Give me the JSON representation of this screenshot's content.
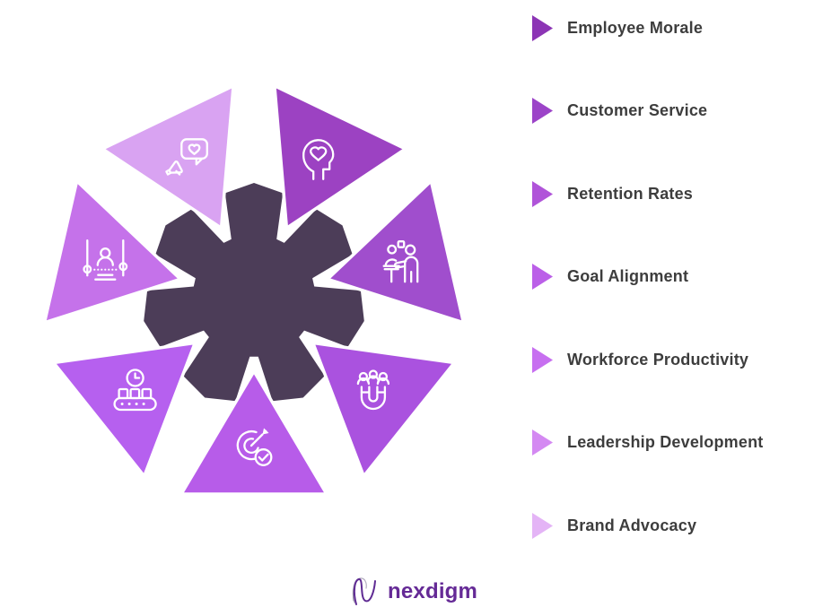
{
  "page": {
    "background": "#ffffff"
  },
  "legend": {
    "items": [
      {
        "label": "Employee Morale",
        "color": "#8c35b5"
      },
      {
        "label": "Customer Service",
        "color": "#9c44c8"
      },
      {
        "label": "Retention Rates",
        "color": "#b054d9"
      },
      {
        "label": "Goal Alignment",
        "color": "#bb5fe8"
      },
      {
        "label": "Workforce Productivity",
        "color": "#c76ff0"
      },
      {
        "label": "Leadership Development",
        "color": "#d489f2"
      },
      {
        "label": "Brand Advocacy",
        "color": "#e4b4f6"
      }
    ]
  },
  "diagram": {
    "center_color": "#4c3d58",
    "petals": [
      {
        "name": "employee-morale",
        "icon": "head-heart-icon",
        "angle_deg": 295.71,
        "color": "#9c42c2"
      },
      {
        "name": "customer-service",
        "icon": "service-people-icon",
        "angle_deg": 347.14,
        "color": "#a04ecd"
      },
      {
        "name": "retention-rates",
        "icon": "person-sliders-icon",
        "angle_deg": 192.86,
        "color": "#c572ea"
      },
      {
        "name": "goal-alignment",
        "icon": "target-check-icon",
        "angle_deg": 90,
        "color": "#b75ce9"
      },
      {
        "name": "workforce-productivity",
        "icon": "conveyor-clock-icon",
        "angle_deg": 141.43,
        "color": "#b660ef"
      },
      {
        "name": "leadership-development",
        "icon": "magnet-people-icon",
        "angle_deg": 38.57,
        "color": "#aa52df"
      },
      {
        "name": "brand-advocacy",
        "icon": "bubble-megaphone-icon",
        "angle_deg": 244.29,
        "color": "#d9a3f2"
      }
    ]
  },
  "footer": {
    "brand": "nexdigm",
    "brand_color": "#652a96"
  }
}
